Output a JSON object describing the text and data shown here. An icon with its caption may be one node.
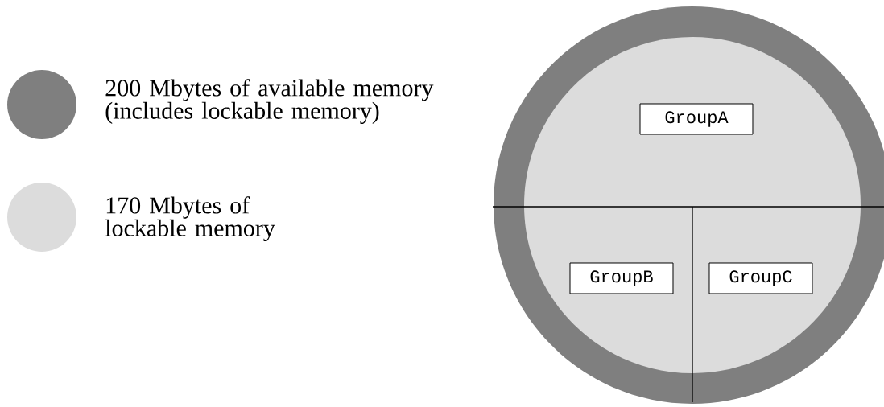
{
  "diagram": {
    "nodes": [
      {
        "text": [],
        "shape": "circle"
      },
      {
        "text": [],
        "shape": "circle",
        "in": 0
      },
      {
        "text": [
          "GroupA"
        ],
        "in": 1
      },
      {
        "text": [
          "GroupB"
        ],
        "in": 1
      },
      {
        "text": [
          "GroupC"
        ],
        "in": 1
      }
    ],
    "edges": [],
    "legend": [
      {
        "text": "200 Mbytes of available memory (includes lockable memory)",
        "color": "#7f7f7f"
      },
      {
        "text": "170 Mbytes of lockable memory",
        "color": "#dcdcdc"
      }
    ]
  }
}
